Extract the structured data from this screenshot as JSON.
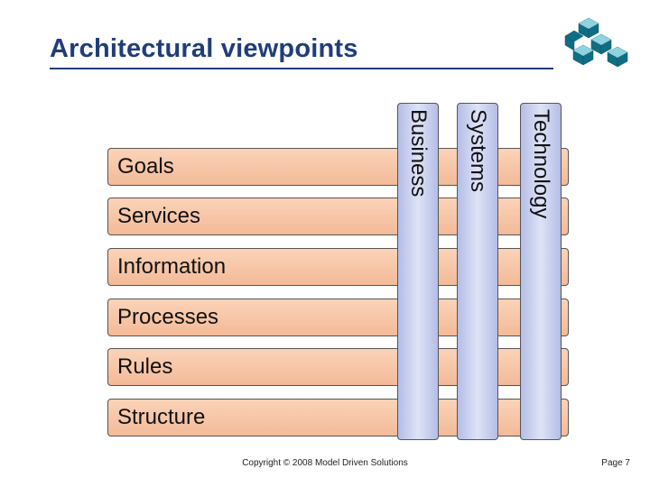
{
  "title": "Architectural viewpoints",
  "rows": [
    {
      "label": "Goals"
    },
    {
      "label": "Services"
    },
    {
      "label": "Information"
    },
    {
      "label": "Processes"
    },
    {
      "label": "Rules"
    },
    {
      "label": "Structure"
    }
  ],
  "columns": [
    {
      "label": "Business"
    },
    {
      "label": "Systems"
    },
    {
      "label": "Technology"
    }
  ],
  "footer": {
    "copyright": "Copyright © 2008 Model Driven Solutions",
    "page": "Page 7"
  },
  "colors": {
    "title": "#1f3d7a",
    "row_fill": "#f6c4a5",
    "column_fill": "#c7cdef",
    "logo_teal": "#0f6e83"
  },
  "icons": {
    "logo": "cube-cluster-logo"
  }
}
